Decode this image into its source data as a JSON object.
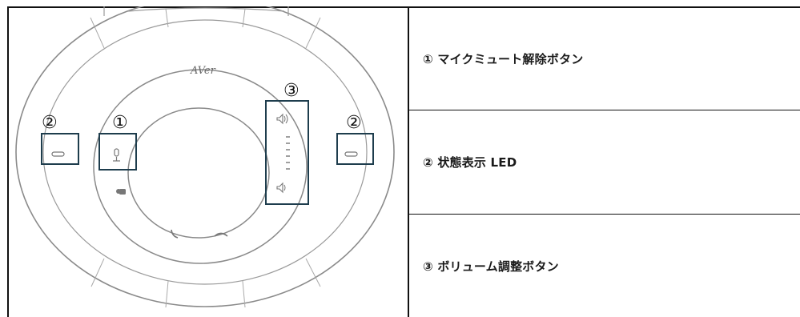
{
  "device": {
    "brand_logo": "AVer",
    "callouts": [
      {
        "num": "①",
        "label": "① マイクミュート解除ボタン"
      },
      {
        "num": "②",
        "label": "② 状態表示 LED"
      },
      {
        "num": "③",
        "label": "③ ボリューム調整ボタン"
      }
    ]
  },
  "table": {
    "rows": [
      "① マイクミュート解除ボタン",
      "② 状態表示 LED",
      "③ ボリューム調整ボタン"
    ]
  }
}
